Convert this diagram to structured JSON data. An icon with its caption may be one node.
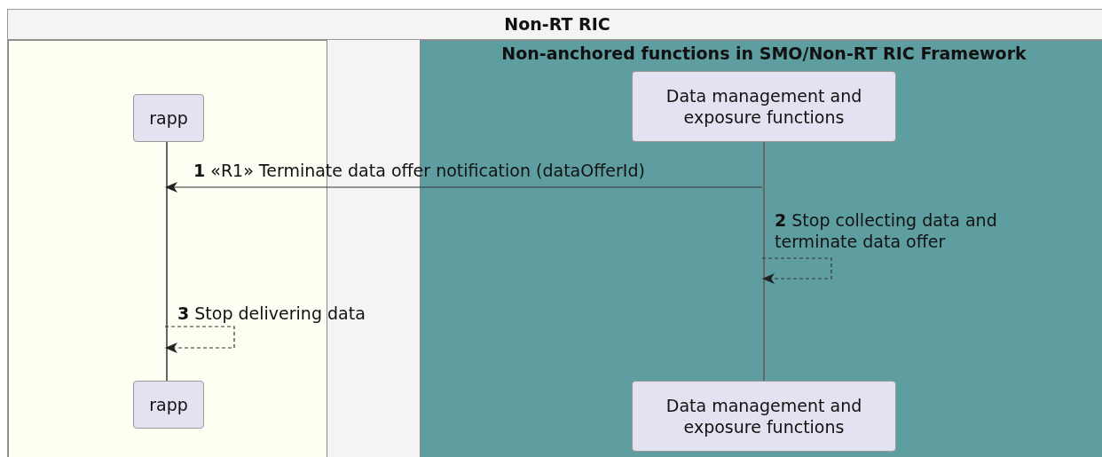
{
  "diagram": {
    "nodes": [
      {
        "text": [
          "Non-RT RIC"
        ]
      },
      {
        "text": [],
        "shape": "box",
        "in": 0
      },
      {
        "text": [
          "Non-anchored functions in SMO/Non-RT RIC Framework"
        ],
        "in": 0
      },
      {
        "text": [
          "rapp"
        ],
        "in": 1
      },
      {
        "text": [
          "Data management and exposure functions"
        ],
        "in": 2
      },
      {
        "text": [
          "rapp"
        ],
        "in": 1
      },
      {
        "text": [
          "Data management and exposure functions"
        ],
        "in": 2
      },
      {
        "text": [],
        "shape": "bar",
        "in": 1
      },
      {
        "text": [],
        "shape": "bar",
        "in": 2
      }
    ],
    "edges": [
      {
        "from": 8,
        "to": 7,
        "arrow": "to",
        "label": "**1** «R1» Terminate data offer notification (dataOfferId)"
      },
      {
        "from": 8,
        "to": 8,
        "arrow": "to",
        "style": "dashed",
        "label": "**2** Stop collecting data and terminate data offer"
      },
      {
        "from": 7,
        "to": 7,
        "arrow": "to",
        "style": "dashed",
        "label": "**3** Stop delivering data"
      }
    ]
  }
}
